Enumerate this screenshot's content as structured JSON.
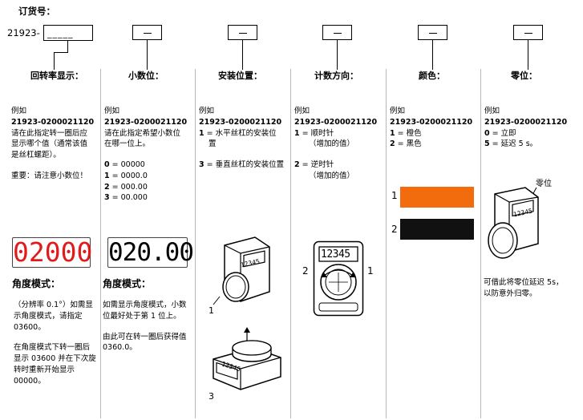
{
  "order_label": "订货号：",
  "order_prefix": "21923-",
  "order_placeholder": "_____",
  "box_dash": "_",
  "columns": [
    {
      "title": "回转率显示：",
      "example_label": "例如",
      "example_code": "21923-0200021120",
      "lines": [
        "请在此指定转一圈后应",
        "显示哪个值（通常该值",
        "是丝杠螺距）。"
      ],
      "note": "重要：请注意小数位！",
      "display_value": "02000",
      "mode_title": "角度模式：",
      "mode_lines": [
        "（分辨率 0.1°）如需显",
        "示角度模式，请指定",
        "03600。"
      ],
      "mode_lines2": [
        "在角度模式下转一圈后",
        "显示 03600 并在下次旋",
        "转时重新开始显示",
        "00000。"
      ]
    },
    {
      "title": "小数位：",
      "example_label": "例如",
      "example_code": "21923-0200021120",
      "lines": [
        "请在此指定希望小数位",
        "在哪一位上。"
      ],
      "options": [
        {
          "key": "0",
          "value": " = 00000"
        },
        {
          "key": "1",
          "value": " = 0000.0"
        },
        {
          "key": "2",
          "value": " = 000.00"
        },
        {
          "key": "3",
          "value": " = 00.000"
        }
      ],
      "display_value": "020.00",
      "mode_title": "角度模式：",
      "mode_lines": [
        "如需显示角度模式，小数",
        "位最好处于第 1 位上。"
      ],
      "mode_lines2": [
        "由此可在转一圈后获得值",
        "0360.0。"
      ]
    },
    {
      "title": "安装位置：",
      "example_label": "例如",
      "example_code": "21923-0200021120",
      "options": [
        {
          "key": "1",
          "value": " =  水平丝杠的安装位",
          "cont": "置"
        },
        {
          "key": "3",
          "value": " = 垂直丝杠的安装位置"
        }
      ],
      "device_value": "12345",
      "callout_1": "1",
      "callout_3": "3"
    },
    {
      "title": "计数方向：",
      "example_label": "例如",
      "example_code": "21923-0200021120",
      "options": [
        {
          "key": "1",
          "value": " =  顺时针",
          "cont": "（增加的值）"
        },
        {
          "key": "2",
          "value": " = 逆时针",
          "cont": "（增加的值）"
        }
      ],
      "device_value": "12345",
      "callout_left": "2",
      "callout_right": "1"
    },
    {
      "title": "颜色：",
      "example_label": "例如",
      "example_code": "21923-0200021120",
      "options": [
        {
          "key": "1",
          "value": " = 橙色"
        },
        {
          "key": "2",
          "value": " = 黑色"
        }
      ],
      "swatch_1_label": "1",
      "swatch_2_label": "2",
      "colors": {
        "orange": "#f26c0d",
        "black": "#111111"
      }
    },
    {
      "title": "零位：",
      "example_label": "例如",
      "example_code": "21923-0200021120",
      "options": [
        {
          "key": "0",
          "value": " = 立即"
        },
        {
          "key": "5",
          "value": " =  延迟 5 s。"
        }
      ],
      "device_value": "12345",
      "callout_zero": "零位",
      "mode_lines": [
        "可借此将零位延迟 5s，",
        "以防意外归零。"
      ]
    }
  ],
  "colors": {
    "display_red": "#e01b1b",
    "display_black": "#000000",
    "divider": "#b8b8b8"
  }
}
